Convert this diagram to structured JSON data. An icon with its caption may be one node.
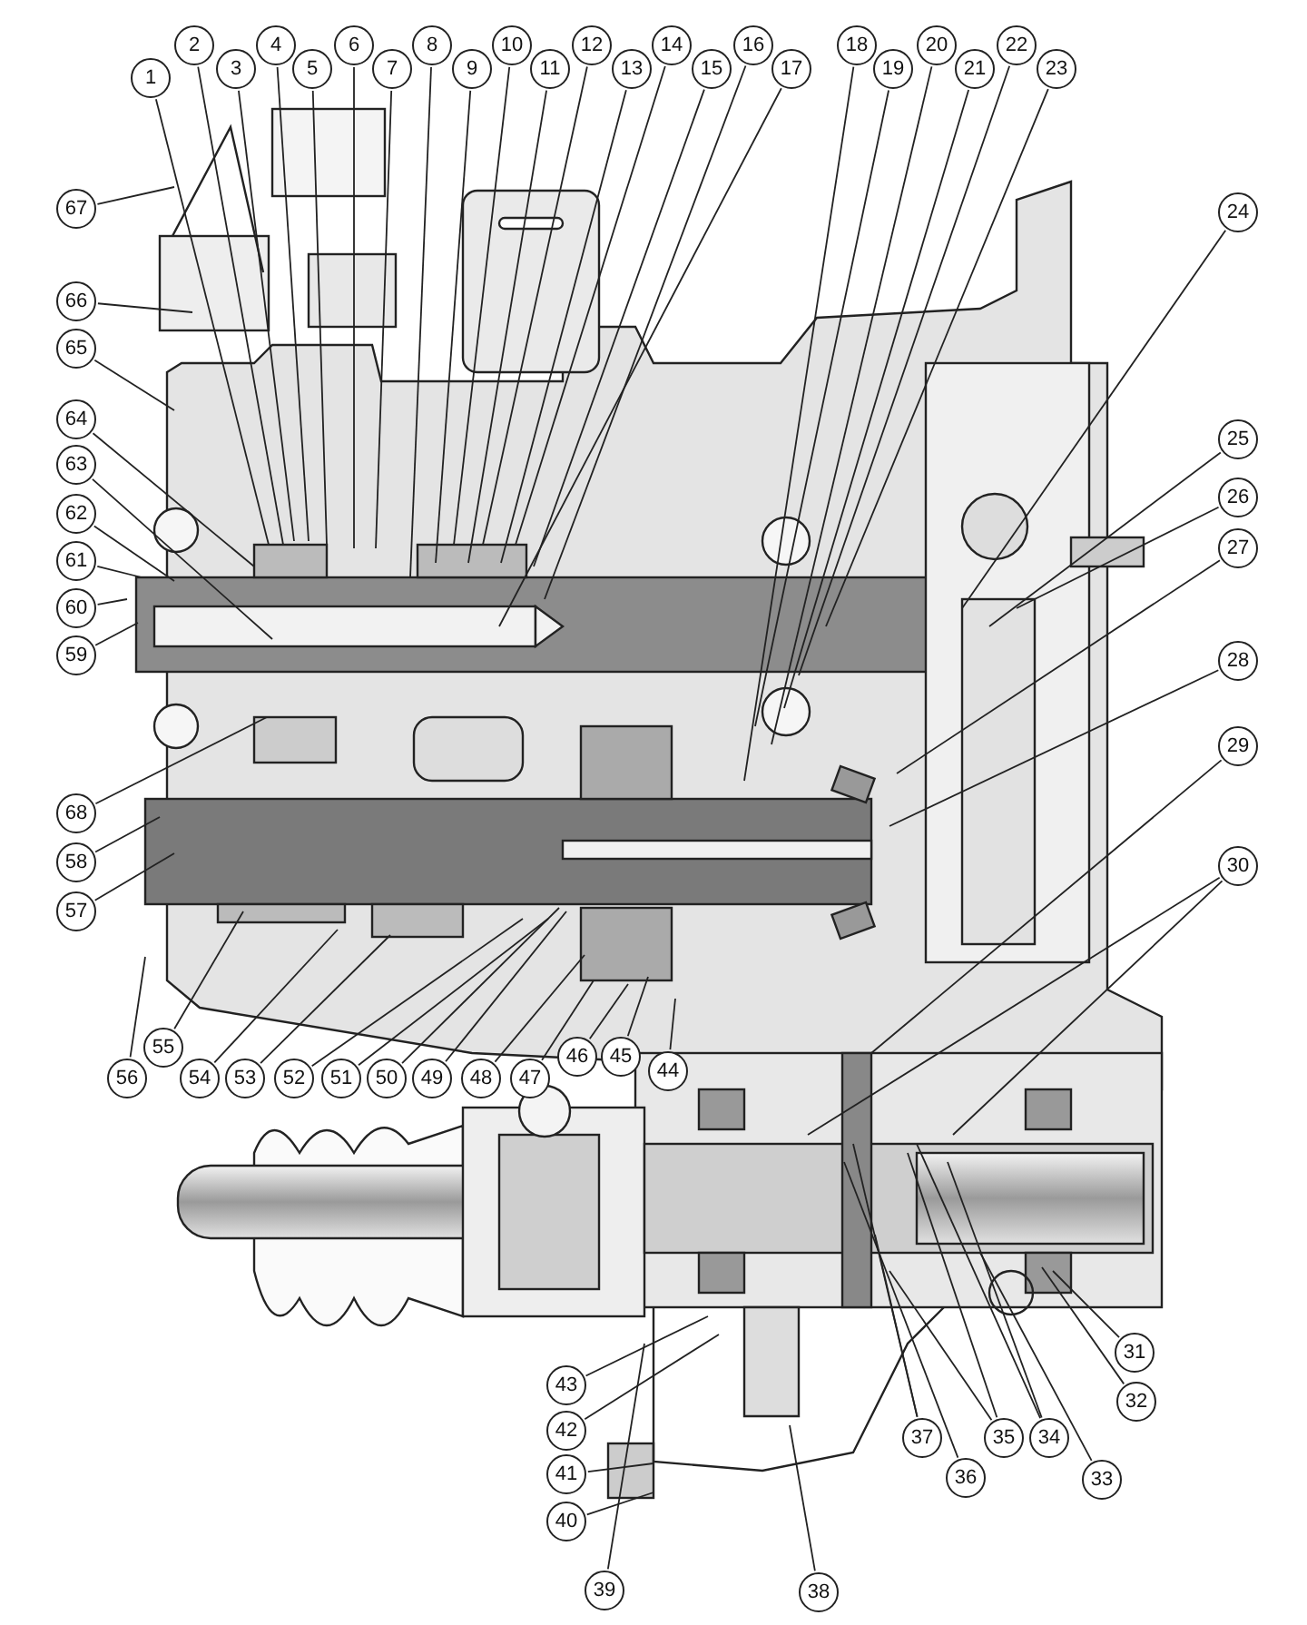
{
  "diagram": {
    "nodes": [
      {
        "text": [
          "1"
        ]
      },
      {
        "text": [
          "2"
        ]
      },
      {
        "text": [
          "3"
        ]
      },
      {
        "text": [
          "4"
        ]
      },
      {
        "text": [
          "5"
        ]
      },
      {
        "text": [
          "6"
        ]
      },
      {
        "text": [
          "7"
        ]
      },
      {
        "text": [
          "8"
        ]
      },
      {
        "text": [
          "9"
        ]
      },
      {
        "text": [
          "10"
        ]
      },
      {
        "text": [
          "11"
        ]
      },
      {
        "text": [
          "12"
        ]
      },
      {
        "text": [
          "13"
        ]
      },
      {
        "text": [
          "14"
        ]
      },
      {
        "text": [
          "15"
        ]
      },
      {
        "text": [
          "16"
        ]
      },
      {
        "text": [
          "17"
        ]
      },
      {
        "text": [
          "18"
        ]
      },
      {
        "text": [
          "19"
        ]
      },
      {
        "text": [
          "20"
        ]
      },
      {
        "text": [
          "21"
        ]
      },
      {
        "text": [
          "22"
        ]
      },
      {
        "text": [
          "23"
        ]
      },
      {
        "text": [
          "24"
        ]
      },
      {
        "text": [
          "25"
        ]
      },
      {
        "text": [
          "26"
        ]
      },
      {
        "text": [
          "27"
        ]
      },
      {
        "text": [
          "28"
        ]
      },
      {
        "text": [
          "29"
        ]
      },
      {
        "text": [
          "30"
        ]
      },
      {
        "text": [
          "31"
        ]
      },
      {
        "text": [
          "32"
        ]
      },
      {
        "text": [
          "33"
        ]
      },
      {
        "text": [
          "34"
        ]
      },
      {
        "text": [
          "35"
        ]
      },
      {
        "text": [
          "36"
        ]
      },
      {
        "text": [
          "37"
        ]
      },
      {
        "text": [
          "38"
        ]
      },
      {
        "text": [
          "39"
        ]
      },
      {
        "text": [
          "40"
        ]
      },
      {
        "text": [
          "41"
        ]
      },
      {
        "text": [
          "42"
        ]
      },
      {
        "text": [
          "43"
        ]
      },
      {
        "text": [
          "44"
        ]
      },
      {
        "text": [
          "45"
        ]
      },
      {
        "text": [
          "46"
        ]
      },
      {
        "text": [
          "47"
        ]
      },
      {
        "text": [
          "48"
        ]
      },
      {
        "text": [
          "49"
        ]
      },
      {
        "text": [
          "50"
        ]
      },
      {
        "text": [
          "51"
        ]
      },
      {
        "text": [
          "52"
        ]
      },
      {
        "text": [
          "53"
        ]
      },
      {
        "text": [
          "54"
        ]
      },
      {
        "text": [
          "55"
        ]
      },
      {
        "text": [
          "56"
        ]
      },
      {
        "text": [
          "57"
        ]
      },
      {
        "text": [
          "58"
        ]
      },
      {
        "text": [
          "59"
        ]
      },
      {
        "text": [
          "60"
        ]
      },
      {
        "text": [
          "61"
        ]
      },
      {
        "text": [
          "62"
        ]
      },
      {
        "text": [
          "63"
        ]
      },
      {
        "text": [
          "64"
        ]
      },
      {
        "text": [
          "65"
        ]
      },
      {
        "text": [
          "66"
        ]
      },
      {
        "text": [
          "67"
        ]
      },
      {
        "text": [
          "68"
        ]
      }
    ],
    "edges": [
      {
        "from": 0,
        "to": null,
        "arrow": "none"
      },
      {
        "from": 1,
        "to": null,
        "arrow": "none"
      },
      {
        "from": 2,
        "to": null,
        "arrow": "none"
      },
      {
        "from": 3,
        "to": null,
        "arrow": "none"
      },
      {
        "from": 4,
        "to": null,
        "arrow": "none"
      },
      {
        "from": 5,
        "to": null,
        "arrow": "none"
      },
      {
        "from": 6,
        "to": null,
        "arrow": "none"
      },
      {
        "from": 7,
        "to": null,
        "arrow": "none"
      },
      {
        "from": 8,
        "to": null,
        "arrow": "none"
      },
      {
        "from": 9,
        "to": null,
        "arrow": "none"
      },
      {
        "from": 10,
        "to": null,
        "arrow": "none"
      },
      {
        "from": 11,
        "to": null,
        "arrow": "none"
      },
      {
        "from": 12,
        "to": null,
        "arrow": "none"
      },
      {
        "from": 13,
        "to": null,
        "arrow": "none"
      },
      {
        "from": 14,
        "to": null,
        "arrow": "none"
      },
      {
        "from": 15,
        "to": null,
        "arrow": "none"
      },
      {
        "from": 16,
        "to": null,
        "arrow": "none"
      },
      {
        "from": 17,
        "to": null,
        "arrow": "none"
      },
      {
        "from": 18,
        "to": null,
        "arrow": "none"
      },
      {
        "from": 19,
        "to": null,
        "arrow": "none"
      },
      {
        "from": 20,
        "to": null,
        "arrow": "none"
      },
      {
        "from": 21,
        "to": null,
        "arrow": "none"
      },
      {
        "from": 22,
        "to": null,
        "arrow": "none"
      },
      {
        "from": 23,
        "to": null,
        "arrow": "none"
      },
      {
        "from": 24,
        "to": null,
        "arrow": "none"
      },
      {
        "from": 25,
        "to": null,
        "arrow": "none"
      },
      {
        "from": 26,
        "to": null,
        "arrow": "none"
      },
      {
        "from": 27,
        "to": null,
        "arrow": "none"
      },
      {
        "from": 28,
        "to": null,
        "arrow": "none"
      },
      {
        "from": 29,
        "to": null,
        "arrow": "none"
      },
      {
        "from": 29,
        "to": null,
        "arrow": "none"
      },
      {
        "from": 30,
        "to": null,
        "arrow": "none"
      },
      {
        "from": 31,
        "to": null,
        "arrow": "none"
      },
      {
        "from": 32,
        "to": null,
        "arrow": "none"
      },
      {
        "from": 33,
        "to": null,
        "arrow": "none"
      },
      {
        "from": 33,
        "to": null,
        "arrow": "none"
      },
      {
        "from": 34,
        "to": null,
        "arrow": "none"
      },
      {
        "from": 34,
        "to": null,
        "arrow": "none"
      },
      {
        "from": 35,
        "to": null,
        "arrow": "none"
      },
      {
        "from": 36,
        "to": null,
        "arrow": "none"
      },
      {
        "from": 36,
        "to": null,
        "arrow": "none"
      },
      {
        "from": 37,
        "to": null,
        "arrow": "none"
      },
      {
        "from": 38,
        "to": null,
        "arrow": "none"
      },
      {
        "from": 39,
        "to": null,
        "arrow": "none"
      },
      {
        "from": 40,
        "to": null,
        "arrow": "none"
      },
      {
        "from": 41,
        "to": null,
        "arrow": "none"
      },
      {
        "from": 42,
        "to": null,
        "arrow": "none"
      },
      {
        "from": 43,
        "to": null,
        "arrow": "none"
      },
      {
        "from": 44,
        "to": null,
        "arrow": "none"
      },
      {
        "from": 45,
        "to": null,
        "arrow": "none"
      },
      {
        "from": 46,
        "to": null,
        "arrow": "none"
      },
      {
        "from": 47,
        "to": null,
        "arrow": "none"
      },
      {
        "from": 48,
        "to": null,
        "arrow": "none"
      },
      {
        "from": 49,
        "to": null,
        "arrow": "none"
      },
      {
        "from": 50,
        "to": null,
        "arrow": "none"
      },
      {
        "from": 51,
        "to": null,
        "arrow": "none"
      },
      {
        "from": 52,
        "to": null,
        "arrow": "none"
      },
      {
        "from": 53,
        "to": null,
        "arrow": "none"
      },
      {
        "from": 54,
        "to": null,
        "arrow": "none"
      },
      {
        "from": 55,
        "to": null,
        "arrow": "none"
      },
      {
        "from": 56,
        "to": null,
        "arrow": "none"
      },
      {
        "from": 57,
        "to": null,
        "arrow": "none"
      },
      {
        "from": 58,
        "to": null,
        "arrow": "none"
      },
      {
        "from": 59,
        "to": null,
        "arrow": "none"
      },
      {
        "from": 60,
        "to": null,
        "arrow": "none"
      },
      {
        "from": 61,
        "to": null,
        "arrow": "none"
      },
      {
        "from": 62,
        "to": null,
        "arrow": "none"
      },
      {
        "from": 63,
        "to": null,
        "arrow": "none"
      },
      {
        "from": 64,
        "to": null,
        "arrow": "none"
      },
      {
        "from": 65,
        "to": null,
        "arrow": "none"
      },
      {
        "from": 66,
        "to": null,
        "arrow": "none"
      },
      {
        "from": 67,
        "to": null,
        "arrow": "none"
      }
    ]
  }
}
